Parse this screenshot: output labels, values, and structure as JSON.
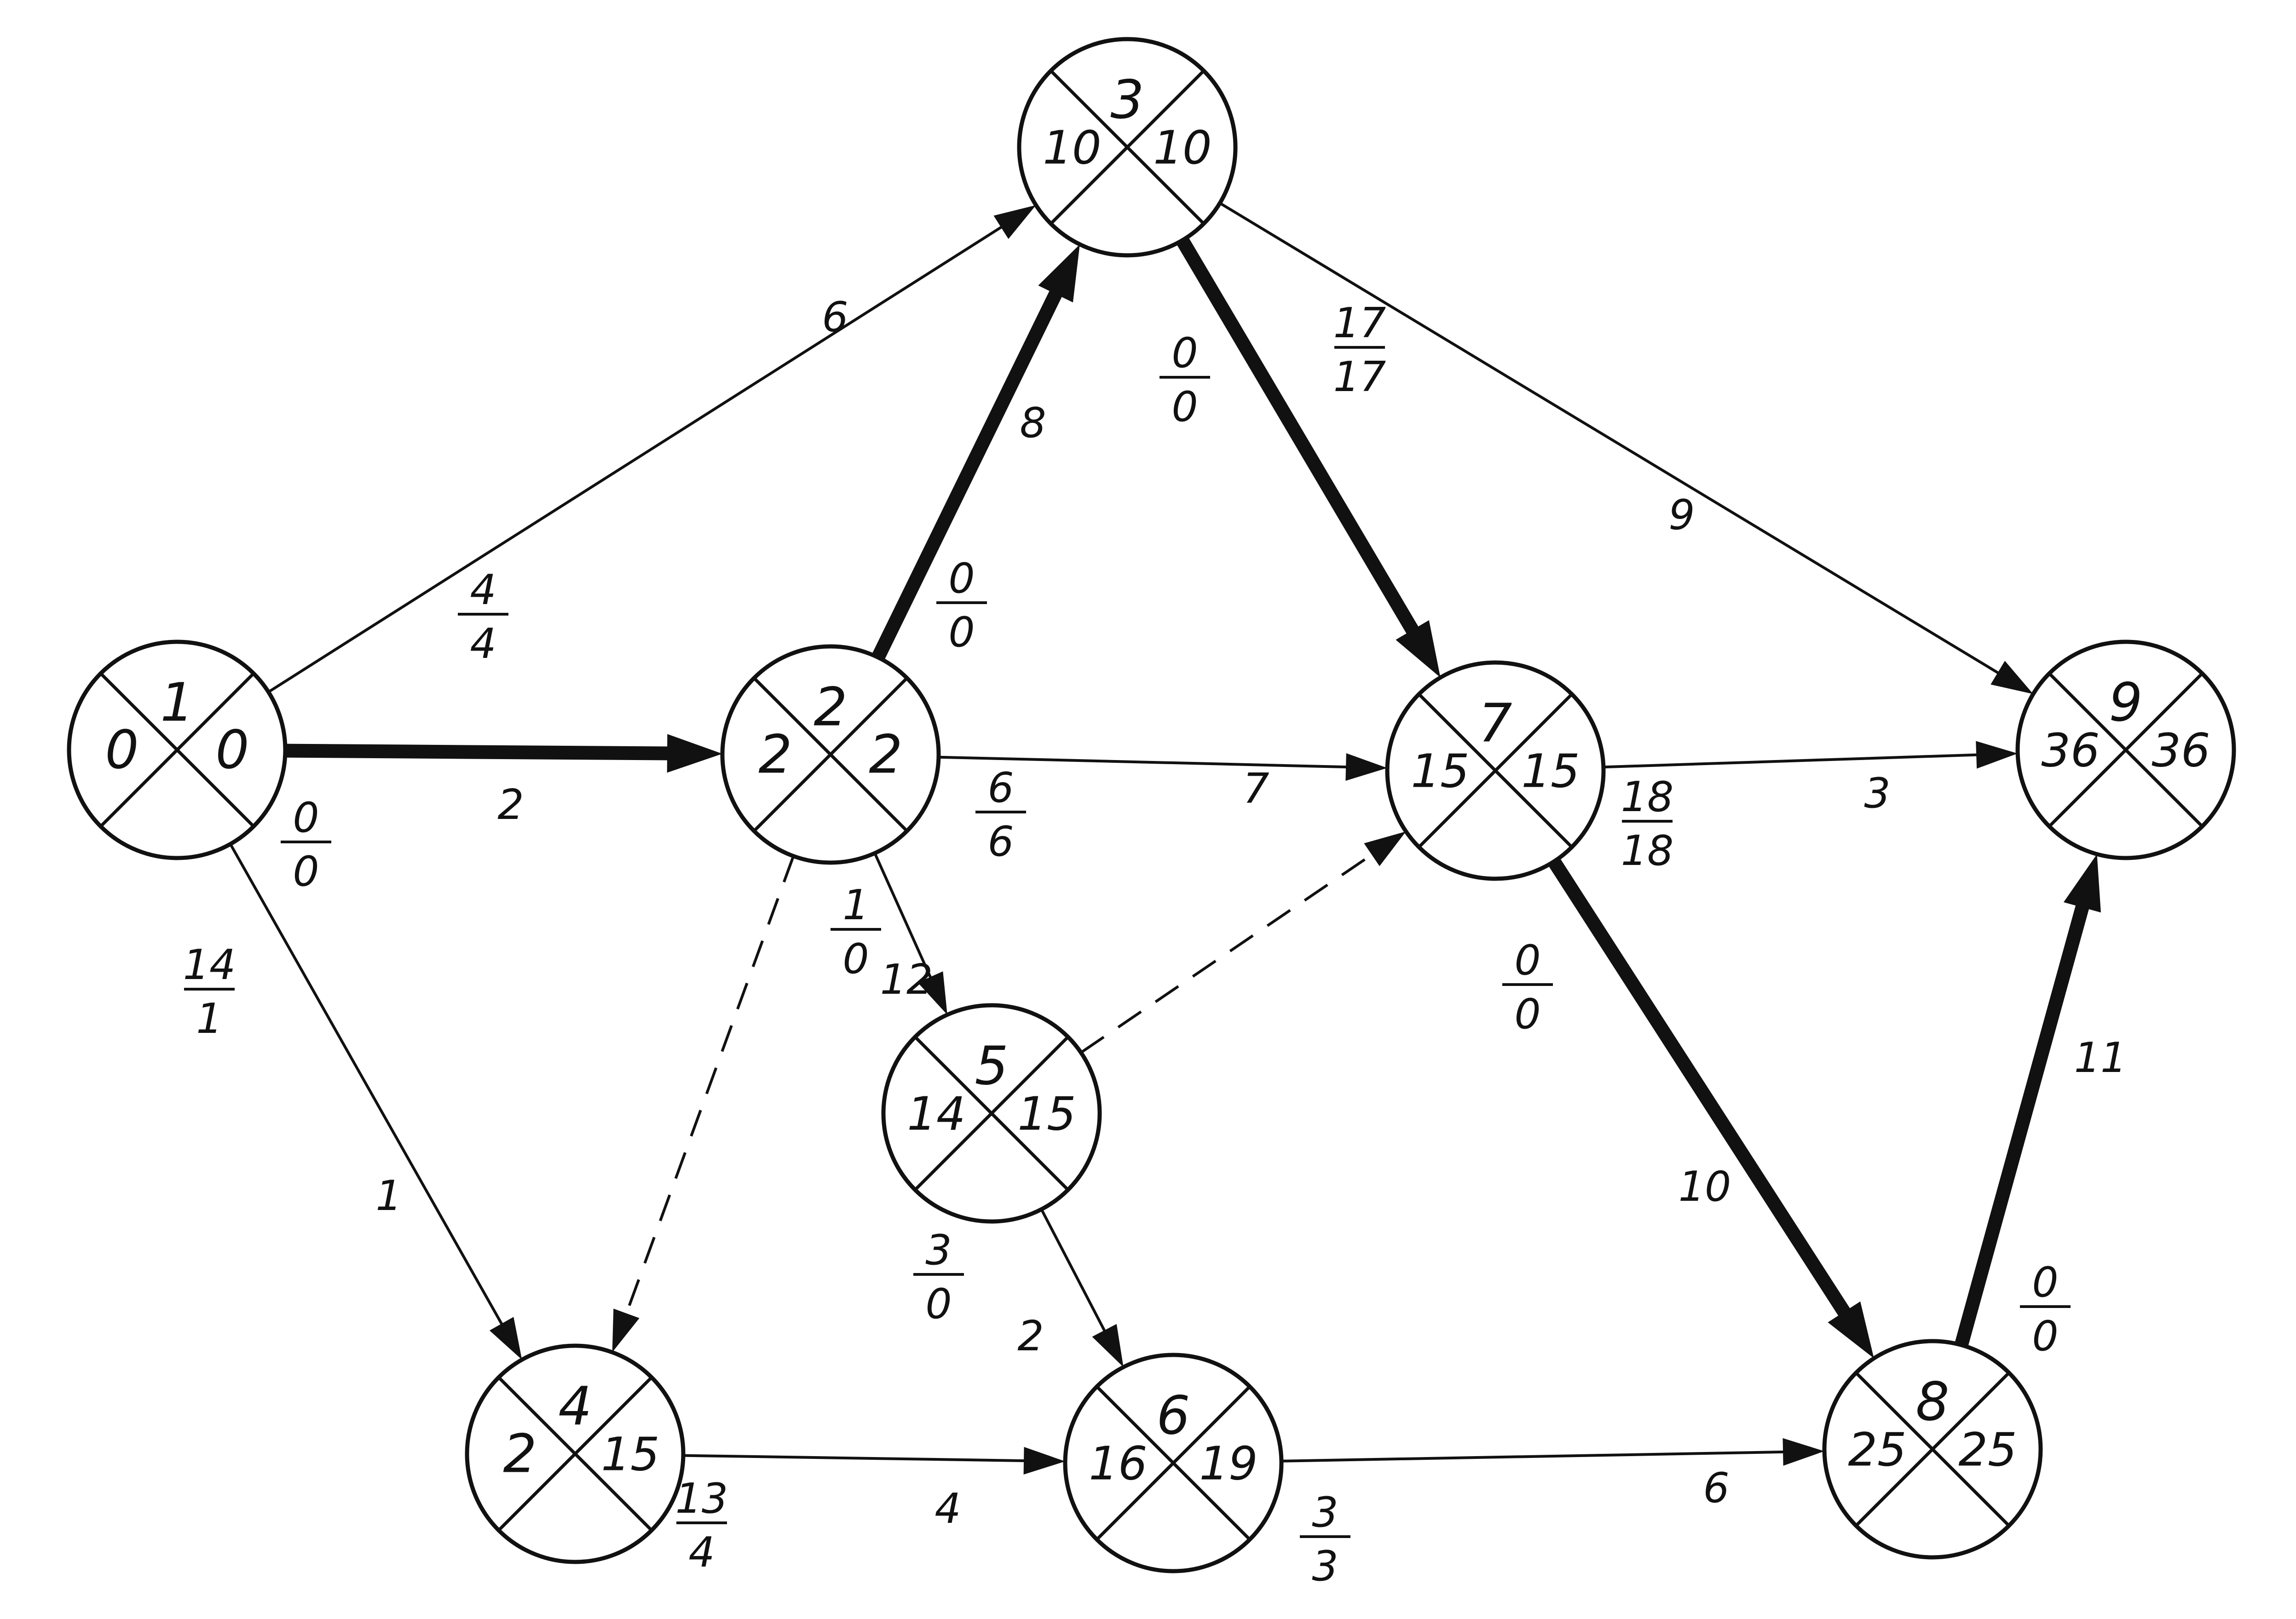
{
  "nodes": [
    {
      "id": "n1",
      "event": "1",
      "early": "0",
      "late": "0"
    },
    {
      "id": "n2",
      "event": "2",
      "early": "2",
      "late": "2"
    },
    {
      "id": "n3",
      "event": "3",
      "early": "10",
      "late": "10"
    },
    {
      "id": "n4",
      "event": "4",
      "early": "2",
      "late": "15"
    },
    {
      "id": "n5",
      "event": "5",
      "early": "14",
      "late": "15"
    },
    {
      "id": "n6",
      "event": "6",
      "early": "16",
      "late": "19"
    },
    {
      "id": "n7",
      "event": "7",
      "early": "15",
      "late": "15"
    },
    {
      "id": "n8",
      "event": "8",
      "early": "25",
      "late": "25"
    },
    {
      "id": "n9",
      "event": "9",
      "early": "36",
      "late": "36"
    }
  ],
  "edges": [
    {
      "id": "e1-2",
      "from": "n1",
      "to": "n2",
      "style": "critical",
      "duration": "2",
      "reserve_top": "0",
      "reserve_bottom": "0"
    },
    {
      "id": "e1-3",
      "from": "n1",
      "to": "n3",
      "style": "solid",
      "duration": "6",
      "reserve_top": "4",
      "reserve_bottom": "4"
    },
    {
      "id": "e1-4",
      "from": "n1",
      "to": "n4",
      "style": "solid",
      "duration": "1",
      "reserve_top": "14",
      "reserve_bottom": "1"
    },
    {
      "id": "e2-3",
      "from": "n2",
      "to": "n3",
      "style": "critical",
      "duration": "8",
      "reserve_top": "0",
      "reserve_bottom": "0"
    },
    {
      "id": "e2-7",
      "from": "n2",
      "to": "n7",
      "style": "solid",
      "duration": "7",
      "reserve_top": "6",
      "reserve_bottom": "6"
    },
    {
      "id": "e2-5",
      "from": "n2",
      "to": "n5",
      "style": "solid",
      "duration": "12",
      "reserve_top": "1",
      "reserve_bottom": "0"
    },
    {
      "id": "e2-4",
      "from": "n2",
      "to": "n4",
      "style": "dashed",
      "duration": "",
      "reserve_top": "",
      "reserve_bottom": ""
    },
    {
      "id": "e3-7",
      "from": "n3",
      "to": "n7",
      "style": "critical",
      "duration": "",
      "reserve_top": "0",
      "reserve_bottom": "0"
    },
    {
      "id": "e3-9",
      "from": "n3",
      "to": "n9",
      "style": "solid",
      "duration": "9",
      "reserve_top": "17",
      "reserve_bottom": "17"
    },
    {
      "id": "e4-6",
      "from": "n4",
      "to": "n6",
      "style": "solid",
      "duration": "4",
      "reserve_top": "13",
      "reserve_bottom": "4"
    },
    {
      "id": "e5-6",
      "from": "n5",
      "to": "n6",
      "style": "solid",
      "duration": "2",
      "reserve_top": "3",
      "reserve_bottom": "0"
    },
    {
      "id": "e5-7",
      "from": "n5",
      "to": "n7",
      "style": "dashed",
      "duration": "",
      "reserve_top": "",
      "reserve_bottom": ""
    },
    {
      "id": "e6-8",
      "from": "n6",
      "to": "n8",
      "style": "solid",
      "duration": "6",
      "reserve_top": "3",
      "reserve_bottom": "3"
    },
    {
      "id": "e7-8",
      "from": "n7",
      "to": "n8",
      "style": "critical",
      "duration": "10",
      "reserve_top": "0",
      "reserve_bottom": "0"
    },
    {
      "id": "e7-9",
      "from": "n7",
      "to": "n9",
      "style": "solid",
      "duration": "3",
      "reserve_top": "18",
      "reserve_bottom": "18"
    },
    {
      "id": "e8-9",
      "from": "n8",
      "to": "n9",
      "style": "critical",
      "duration": "11",
      "reserve_top": "0",
      "reserve_bottom": "0"
    }
  ]
}
